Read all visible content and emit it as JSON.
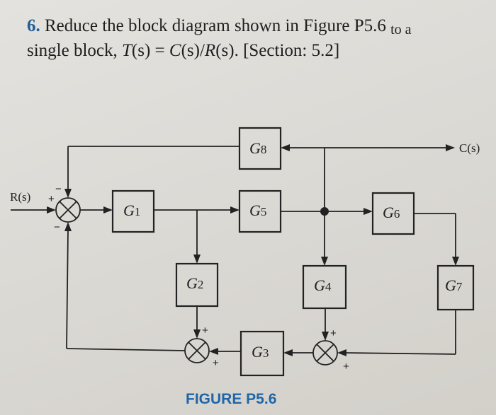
{
  "problem": {
    "number": "6.",
    "line1_main": "Reduce the block diagram shown in Figure P5.6",
    "line1_small": "to a",
    "line2_prefix": "single block, ",
    "line2_T": "T",
    "line2_eq": "(s) = ",
    "line2_C": "C",
    "line2_mid": "(s)/",
    "line2_R": "R",
    "line2_end": "(s). [Section: 5.2]"
  },
  "diagram": {
    "input_label": "R(s)",
    "output_label": "C(s)",
    "blocks": [
      {
        "id": "G1",
        "letter": "G",
        "index": "1"
      },
      {
        "id": "G2",
        "letter": "G",
        "index": "2"
      },
      {
        "id": "G3",
        "letter": "G",
        "index": "3"
      },
      {
        "id": "G4",
        "letter": "G",
        "index": "4"
      },
      {
        "id": "G5",
        "letter": "G",
        "index": "5"
      },
      {
        "id": "G6",
        "letter": "G",
        "index": "6"
      },
      {
        "id": "G7",
        "letter": "G",
        "index": "7"
      },
      {
        "id": "G8",
        "letter": "G",
        "index": "8"
      }
    ],
    "summing_junctions": {
      "main": {
        "input_sign": "+",
        "top_sign": "−",
        "bottom_sign": "−"
      },
      "left_bottom": {
        "top_sign": "+",
        "right_sign": "+"
      },
      "right_bottom": {
        "top_sign": "+",
        "right_sign": "+"
      }
    },
    "caption": "FIGURE P5.6"
  }
}
